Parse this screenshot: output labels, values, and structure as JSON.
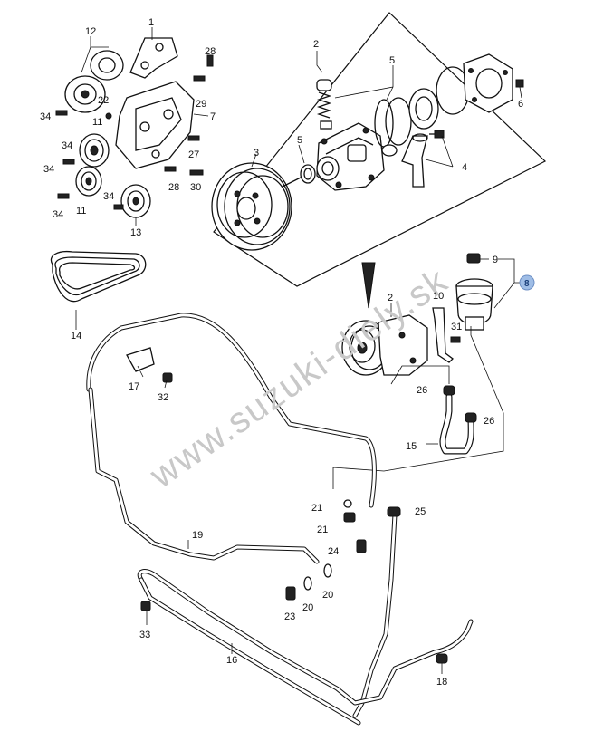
{
  "watermark": "www.suzuki-diely.sk",
  "highlight_color": "#9fbde6",
  "callouts": [
    {
      "id": "c1",
      "text": "1"
    },
    {
      "id": "c2a",
      "text": "2"
    },
    {
      "id": "c2b",
      "text": "2"
    },
    {
      "id": "c3",
      "text": "3"
    },
    {
      "id": "c4",
      "text": "4"
    },
    {
      "id": "c5a",
      "text": "5"
    },
    {
      "id": "c5b",
      "text": "5"
    },
    {
      "id": "c6",
      "text": "6"
    },
    {
      "id": "c7",
      "text": "7"
    },
    {
      "id": "c8",
      "text": "8"
    },
    {
      "id": "c9",
      "text": "9"
    },
    {
      "id": "c10",
      "text": "10"
    },
    {
      "id": "c11a",
      "text": "11"
    },
    {
      "id": "c11b",
      "text": "11"
    },
    {
      "id": "c12",
      "text": "12"
    },
    {
      "id": "c13",
      "text": "13"
    },
    {
      "id": "c14",
      "text": "14"
    },
    {
      "id": "c15",
      "text": "15"
    },
    {
      "id": "c16",
      "text": "16"
    },
    {
      "id": "c17",
      "text": "17"
    },
    {
      "id": "c18",
      "text": "18"
    },
    {
      "id": "c19",
      "text": "19"
    },
    {
      "id": "c20a",
      "text": "20"
    },
    {
      "id": "c20b",
      "text": "20"
    },
    {
      "id": "c21a",
      "text": "21"
    },
    {
      "id": "c21b",
      "text": "21"
    },
    {
      "id": "c22",
      "text": "22"
    },
    {
      "id": "c23",
      "text": "23"
    },
    {
      "id": "c24",
      "text": "24"
    },
    {
      "id": "c25",
      "text": "25"
    },
    {
      "id": "c26a",
      "text": "26"
    },
    {
      "id": "c26b",
      "text": "26"
    },
    {
      "id": "c27",
      "text": "27"
    },
    {
      "id": "c28a",
      "text": "28"
    },
    {
      "id": "c28b",
      "text": "28"
    },
    {
      "id": "c29",
      "text": "29"
    },
    {
      "id": "c30",
      "text": "30"
    },
    {
      "id": "c31",
      "text": "31"
    },
    {
      "id": "c32",
      "text": "32"
    },
    {
      "id": "c33",
      "text": "33"
    },
    {
      "id": "c34a",
      "text": "34"
    },
    {
      "id": "c34b",
      "text": "34"
    },
    {
      "id": "c34c",
      "text": "34"
    },
    {
      "id": "c34d",
      "text": "34"
    },
    {
      "id": "c34e",
      "text": "34"
    }
  ]
}
